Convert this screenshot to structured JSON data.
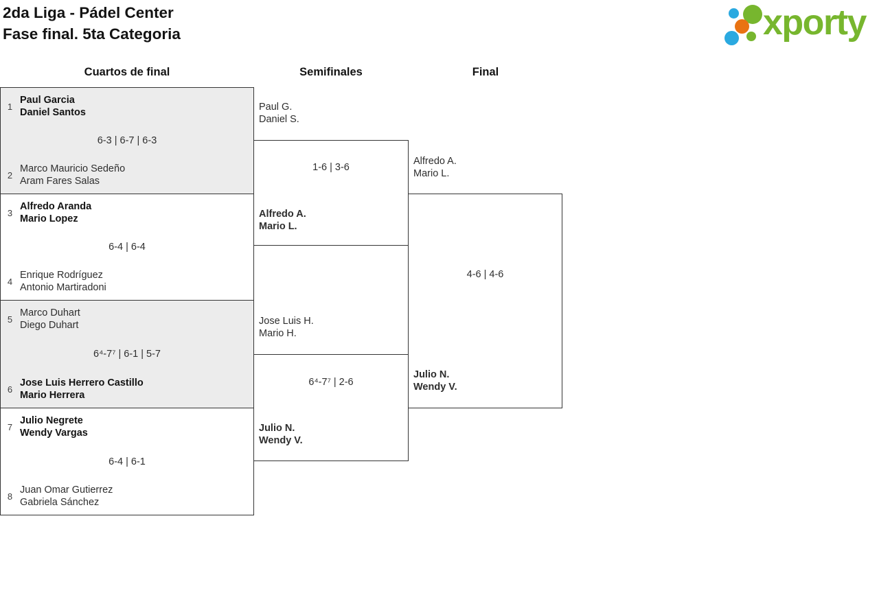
{
  "header": {
    "title_line1": "2da Liga - Pádel Center",
    "title_line2": "Fase final. 5ta Categoria"
  },
  "logo": {
    "text": "xporty",
    "brand_green": "#77b62e",
    "brand_blue": "#2aa9e0",
    "brand_orange": "#e97312"
  },
  "columns": {
    "quarterfinals": "Cuartos de final",
    "semifinals": "Semifinales",
    "final": "Final"
  },
  "bracket": {
    "quarterfinals": [
      {
        "seed_top": "1",
        "team_top": [
          "Paul Garcia",
          "Daniel Santos"
        ],
        "top_winner": true,
        "score": "6-3 | 6-7 | 6-3",
        "seed_bottom": "2",
        "team_bottom": [
          "Marco Mauricio Sedeño",
          "Aram Fares Salas"
        ],
        "bottom_winner": false
      },
      {
        "seed_top": "3",
        "team_top": [
          "Alfredo Aranda",
          "Mario Lopez"
        ],
        "top_winner": true,
        "score": "6-4 | 6-4",
        "seed_bottom": "4",
        "team_bottom": [
          "Enrique Rodríguez",
          "Antonio Martiradoni"
        ],
        "bottom_winner": false
      },
      {
        "seed_top": "5",
        "team_top": [
          "Marco Duhart",
          "Diego Duhart"
        ],
        "top_winner": false,
        "score": "6⁴-7⁷ | 6-1 | 5-7",
        "seed_bottom": "6",
        "team_bottom": [
          "Jose Luis Herrero Castillo",
          "Mario Herrera"
        ],
        "bottom_winner": true
      },
      {
        "seed_top": "7",
        "team_top": [
          "Julio Negrete",
          "Wendy Vargas"
        ],
        "top_winner": true,
        "score": "6-4 | 6-1",
        "seed_bottom": "8",
        "team_bottom": [
          "Juan Omar Gutierrez",
          "Gabriela Sánchez"
        ],
        "bottom_winner": false
      }
    ],
    "semifinals": [
      {
        "team_top": [
          "Paul G.",
          "Daniel S."
        ],
        "top_winner": false,
        "score": "1-6 | 3-6",
        "team_bottom": [
          "Alfredo A.",
          "Mario L."
        ],
        "bottom_winner": true
      },
      {
        "team_top": [
          "Jose Luis H.",
          "Mario H."
        ],
        "top_winner": false,
        "score": "6⁴-7⁷ | 2-6",
        "team_bottom": [
          "Julio N.",
          "Wendy V."
        ],
        "bottom_winner": true
      }
    ],
    "final": {
      "team_top": [
        "Alfredo A.",
        "Mario L."
      ],
      "top_winner": false,
      "score": "4-6 | 4-6",
      "team_bottom": [
        "Julio N.",
        "Wendy V."
      ],
      "bottom_winner": true
    }
  },
  "colors": {
    "shaded_row": "#ececec",
    "box_border": "#343434",
    "text": "#2e2e2e",
    "winner_text": "#131313"
  }
}
